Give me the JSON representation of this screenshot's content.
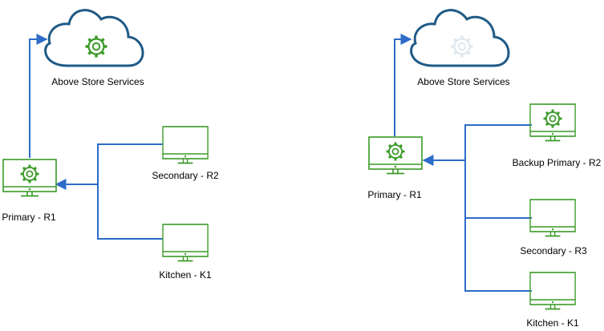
{
  "colors": {
    "connector": "#2d6cc8",
    "device": "#3a9a27",
    "cloud": "#1f5a86",
    "gear_faded": "#dfe8ee"
  },
  "icons": {
    "cloud": "cloud-icon",
    "gear": "gear-icon",
    "monitor": "monitor-icon"
  },
  "left": {
    "cloud_label": "Above Store Services",
    "primary_label": "Primary - R1",
    "secondary_label": "Secondary - R2",
    "kitchen_label": "Kitchen - K1"
  },
  "right": {
    "cloud_label": "Above Store Services",
    "primary_label": "Primary - R1",
    "backup_label": "Backup Primary - R2",
    "secondary_label": "Secondary - R3",
    "kitchen_label": "Kitchen - K1"
  }
}
